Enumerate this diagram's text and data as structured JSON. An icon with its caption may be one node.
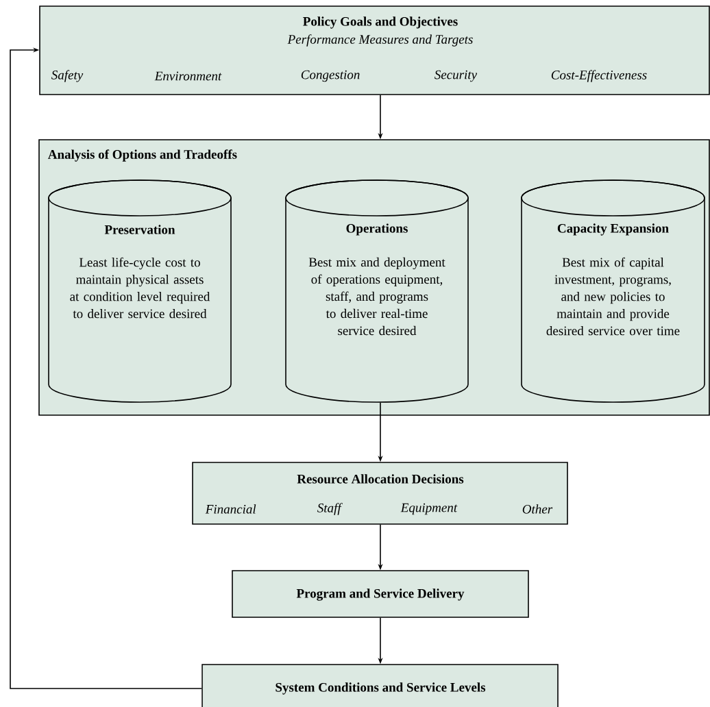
{
  "diagram": {
    "nodes": [
      {
        "text": [
          "Policy Goals and Objectives",
          "Performance Measures and Targets",
          "Safety",
          "Environment",
          "Congestion",
          "Security",
          "Cost-Effectiveness"
        ]
      },
      {
        "text": [
          "Analysis of Options and Tradeoffs"
        ]
      },
      {
        "text": [
          "Preservation",
          "Least life-cycle cost to maintain physical assets at condition level required to deliver service desired"
        ],
        "in": 1
      },
      {
        "text": [
          "Operations",
          "Best mix and deployment of operations equipment, staff, and programs to deliver real-time service desired"
        ],
        "in": 1
      },
      {
        "text": [
          "Capacity Expansion",
          "Best mix of capital investment, programs, and new policies to maintain and provide desired service over time"
        ],
        "in": 1
      },
      {
        "text": [
          "Resource Allocation Decisions",
          "Financial",
          "Staff",
          "Equipment",
          "Other"
        ]
      },
      {
        "text": [
          "Program and Service Delivery"
        ]
      },
      {
        "text": [
          "System Conditions and Service Levels"
        ]
      }
    ],
    "edges": [
      {
        "from": 0,
        "to": 1,
        "arrow": "to"
      },
      {
        "from": 3,
        "to": 5,
        "arrow": "to"
      },
      {
        "from": 5,
        "to": 6,
        "arrow": "to"
      },
      {
        "from": 6,
        "to": 7,
        "arrow": "to"
      },
      {
        "from": 7,
        "to": 0,
        "arrow": "to"
      }
    ]
  }
}
